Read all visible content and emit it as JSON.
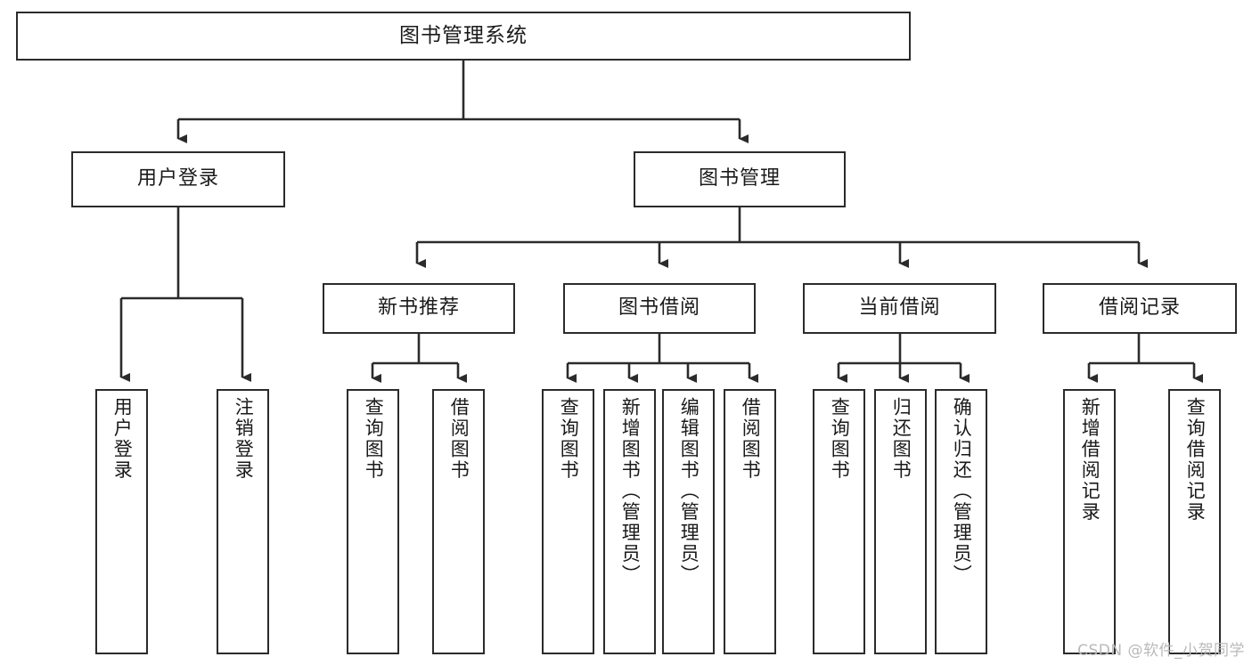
{
  "diagram": {
    "title": "图书管理系统",
    "watermark": "CSDN @软件_小贺同学",
    "root": {
      "label": "图书管理系统"
    },
    "level1": [
      {
        "label": "用户登录"
      },
      {
        "label": "图书管理"
      }
    ],
    "level2": [
      {
        "label": "新书推荐"
      },
      {
        "label": "图书借阅"
      },
      {
        "label": "当前借阅"
      },
      {
        "label": "借阅记录"
      }
    ],
    "leaves": {
      "user_login": [
        {
          "label": "用户登录"
        },
        {
          "label": "注销登录"
        }
      ],
      "new_book_recommend": [
        {
          "label": "查询图书"
        },
        {
          "label": "借阅图书"
        }
      ],
      "book_borrow": [
        {
          "label": "查询图书"
        },
        {
          "label": "新增图书（管理员）"
        },
        {
          "label": "编辑图书（管理员）"
        },
        {
          "label": "借阅图书"
        }
      ],
      "current_borrow": [
        {
          "label": "查询图书"
        },
        {
          "label": "归还图书"
        },
        {
          "label": "确认归还（管理员）"
        }
      ],
      "borrow_record": [
        {
          "label": "新增借阅记录"
        },
        {
          "label": "查询借阅记录"
        }
      ]
    },
    "colors": {
      "stroke": "#2b2b2b",
      "fill": "#ffffff",
      "text": "#1a1a1a",
      "watermark": "#b9b9b9"
    }
  }
}
